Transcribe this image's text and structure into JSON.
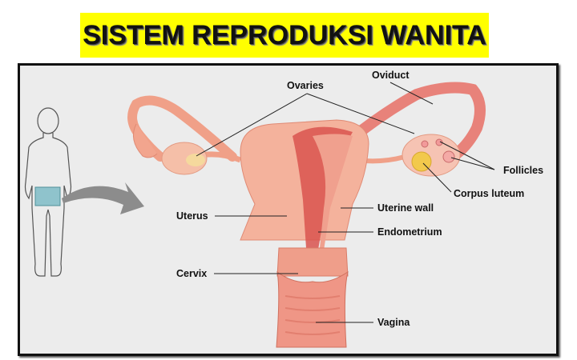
{
  "title": "SISTEM REPRODUKSI WANITA",
  "colors": {
    "title_bg": "#ffff00",
    "frame_bg": "#ececec",
    "tissue": "#f2a58e",
    "tissue_dark": "#d9534f",
    "highlight_box": "#8fc3cc",
    "arrow": "#8c8c8c",
    "corpus_luteum": "#f2c94c"
  },
  "figure": {
    "highlight_region": "pelvic region box on body outline",
    "arrow": "points from body outline to enlarged diagram"
  },
  "labels": {
    "ovaries": "Ovaries",
    "oviduct": "Oviduct",
    "follicles": "Follicles",
    "corpus_luteum": "Corpus luteum",
    "uterus": "Uterus",
    "uterine_wall": "Uterine wall",
    "endometrium": "Endometrium",
    "cervix": "Cervix",
    "vagina": "Vagina"
  }
}
